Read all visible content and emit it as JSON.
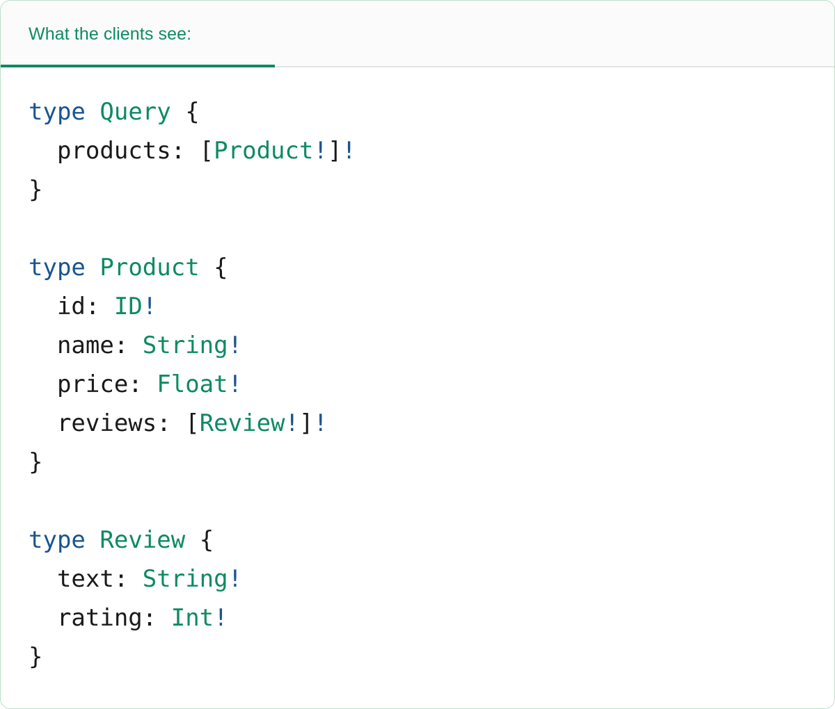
{
  "card": {
    "border_color": "#b9dfcb",
    "background": "#ffffff"
  },
  "header": {
    "background": "#fbfbfb",
    "divider_color": "#e4e4e4",
    "accent_color": "#0d8a63",
    "tabs": [
      {
        "label": "What the clients see:",
        "active": true
      }
    ]
  },
  "syntax_colors": {
    "keyword": "#1a5490",
    "type_name": "#0d8a63",
    "punctuation": "#1a1a1a",
    "field_name": "#1a1a1a",
    "non_null_bang": "#1a5490"
  },
  "code": {
    "language": "graphql",
    "lines": [
      {
        "n": 1,
        "text": "type Query {",
        "tokens": [
          {
            "t": "type",
            "k": "keyword"
          },
          {
            "t": " ",
            "k": "plain"
          },
          {
            "t": "Query",
            "k": "type"
          },
          {
            "t": " ",
            "k": "plain"
          },
          {
            "t": "{",
            "k": "punct"
          }
        ]
      },
      {
        "n": 2,
        "text": "  products: [Product!]!",
        "tokens": [
          {
            "t": "  ",
            "k": "plain"
          },
          {
            "t": "products:",
            "k": "field"
          },
          {
            "t": " ",
            "k": "plain"
          },
          {
            "t": "[",
            "k": "punct"
          },
          {
            "t": "Product",
            "k": "type"
          },
          {
            "t": "!",
            "k": "bang"
          },
          {
            "t": "]",
            "k": "punct"
          },
          {
            "t": "!",
            "k": "bang"
          }
        ]
      },
      {
        "n": 3,
        "text": "}",
        "tokens": [
          {
            "t": "}",
            "k": "punct"
          }
        ]
      },
      {
        "n": 4,
        "text": "",
        "tokens": []
      },
      {
        "n": 5,
        "text": "type Product {",
        "tokens": [
          {
            "t": "type",
            "k": "keyword"
          },
          {
            "t": " ",
            "k": "plain"
          },
          {
            "t": "Product",
            "k": "type"
          },
          {
            "t": " ",
            "k": "plain"
          },
          {
            "t": "{",
            "k": "punct"
          }
        ]
      },
      {
        "n": 6,
        "text": "  id: ID!",
        "tokens": [
          {
            "t": "  ",
            "k": "plain"
          },
          {
            "t": "id:",
            "k": "field"
          },
          {
            "t": " ",
            "k": "plain"
          },
          {
            "t": "ID",
            "k": "type"
          },
          {
            "t": "!",
            "k": "bang"
          }
        ]
      },
      {
        "n": 7,
        "text": "  name: String!",
        "tokens": [
          {
            "t": "  ",
            "k": "plain"
          },
          {
            "t": "name:",
            "k": "field"
          },
          {
            "t": " ",
            "k": "plain"
          },
          {
            "t": "String",
            "k": "type"
          },
          {
            "t": "!",
            "k": "bang"
          }
        ]
      },
      {
        "n": 8,
        "text": "  price: Float!",
        "tokens": [
          {
            "t": "  ",
            "k": "plain"
          },
          {
            "t": "price:",
            "k": "field"
          },
          {
            "t": " ",
            "k": "plain"
          },
          {
            "t": "Float",
            "k": "type"
          },
          {
            "t": "!",
            "k": "bang"
          }
        ]
      },
      {
        "n": 9,
        "text": "  reviews: [Review!]!",
        "tokens": [
          {
            "t": "  ",
            "k": "plain"
          },
          {
            "t": "reviews:",
            "k": "field"
          },
          {
            "t": " ",
            "k": "plain"
          },
          {
            "t": "[",
            "k": "punct"
          },
          {
            "t": "Review",
            "k": "type"
          },
          {
            "t": "!",
            "k": "bang"
          },
          {
            "t": "]",
            "k": "punct"
          },
          {
            "t": "!",
            "k": "bang"
          }
        ]
      },
      {
        "n": 10,
        "text": "}",
        "tokens": [
          {
            "t": "}",
            "k": "punct"
          }
        ]
      },
      {
        "n": 11,
        "text": "",
        "tokens": []
      },
      {
        "n": 12,
        "text": "type Review {",
        "tokens": [
          {
            "t": "type",
            "k": "keyword"
          },
          {
            "t": " ",
            "k": "plain"
          },
          {
            "t": "Review",
            "k": "type"
          },
          {
            "t": " ",
            "k": "plain"
          },
          {
            "t": "{",
            "k": "punct"
          }
        ]
      },
      {
        "n": 13,
        "text": "  text: String!",
        "tokens": [
          {
            "t": "  ",
            "k": "plain"
          },
          {
            "t": "text:",
            "k": "field"
          },
          {
            "t": " ",
            "k": "plain"
          },
          {
            "t": "String",
            "k": "type"
          },
          {
            "t": "!",
            "k": "bang"
          }
        ]
      },
      {
        "n": 14,
        "text": "  rating: Int!",
        "tokens": [
          {
            "t": "  ",
            "k": "plain"
          },
          {
            "t": "rating:",
            "k": "field"
          },
          {
            "t": " ",
            "k": "plain"
          },
          {
            "t": "Int",
            "k": "type"
          },
          {
            "t": "!",
            "k": "bang"
          }
        ]
      },
      {
        "n": 15,
        "text": "}",
        "tokens": [
          {
            "t": "}",
            "k": "punct"
          }
        ]
      }
    ]
  }
}
